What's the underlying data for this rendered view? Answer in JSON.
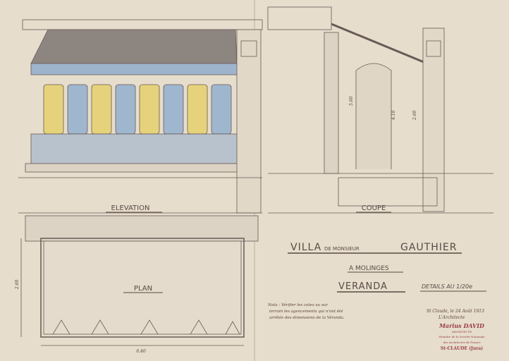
{
  "drawing": {
    "views": {
      "elevation": "ELEVATION",
      "section": "COUPE",
      "plan": "PLAN"
    },
    "title": {
      "villa": "VILLA",
      "de_monsieur": "DE MONSIEUR",
      "owner": "GAUTHIER",
      "location": "A MOLINGES",
      "subject": "VERANDA",
      "scale": "DETAILS AU 1/20e"
    },
    "note": [
      "Nota : Vérifier les cotes au sur",
      "terrain les agencements qui n'ont été",
      "arrêtés des dimensions de la Véranda."
    ],
    "signature": {
      "place_date": "St Claude, le 24 Août 1913",
      "role": "L'Architecte"
    },
    "stamp": [
      "Marius DAVID",
      "ARCHITECTE",
      "Membre de la Société Nationale",
      "des Architectes de France",
      "St-CLAUDE (Jura)"
    ],
    "dimensions": {
      "section_height_a": "5.60",
      "section_height_b": "4.18",
      "section_height_c": "2.60",
      "plan_width": "6.40",
      "plan_depth": "2.60"
    },
    "colors": {
      "paper": "#e8e0d2",
      "ink": "#5a4a44",
      "glass_blue": "#9fb6cf",
      "glass_yellow": "#e6d27a",
      "roof": "#8a807c",
      "stamp": "#9a3b4a"
    }
  }
}
